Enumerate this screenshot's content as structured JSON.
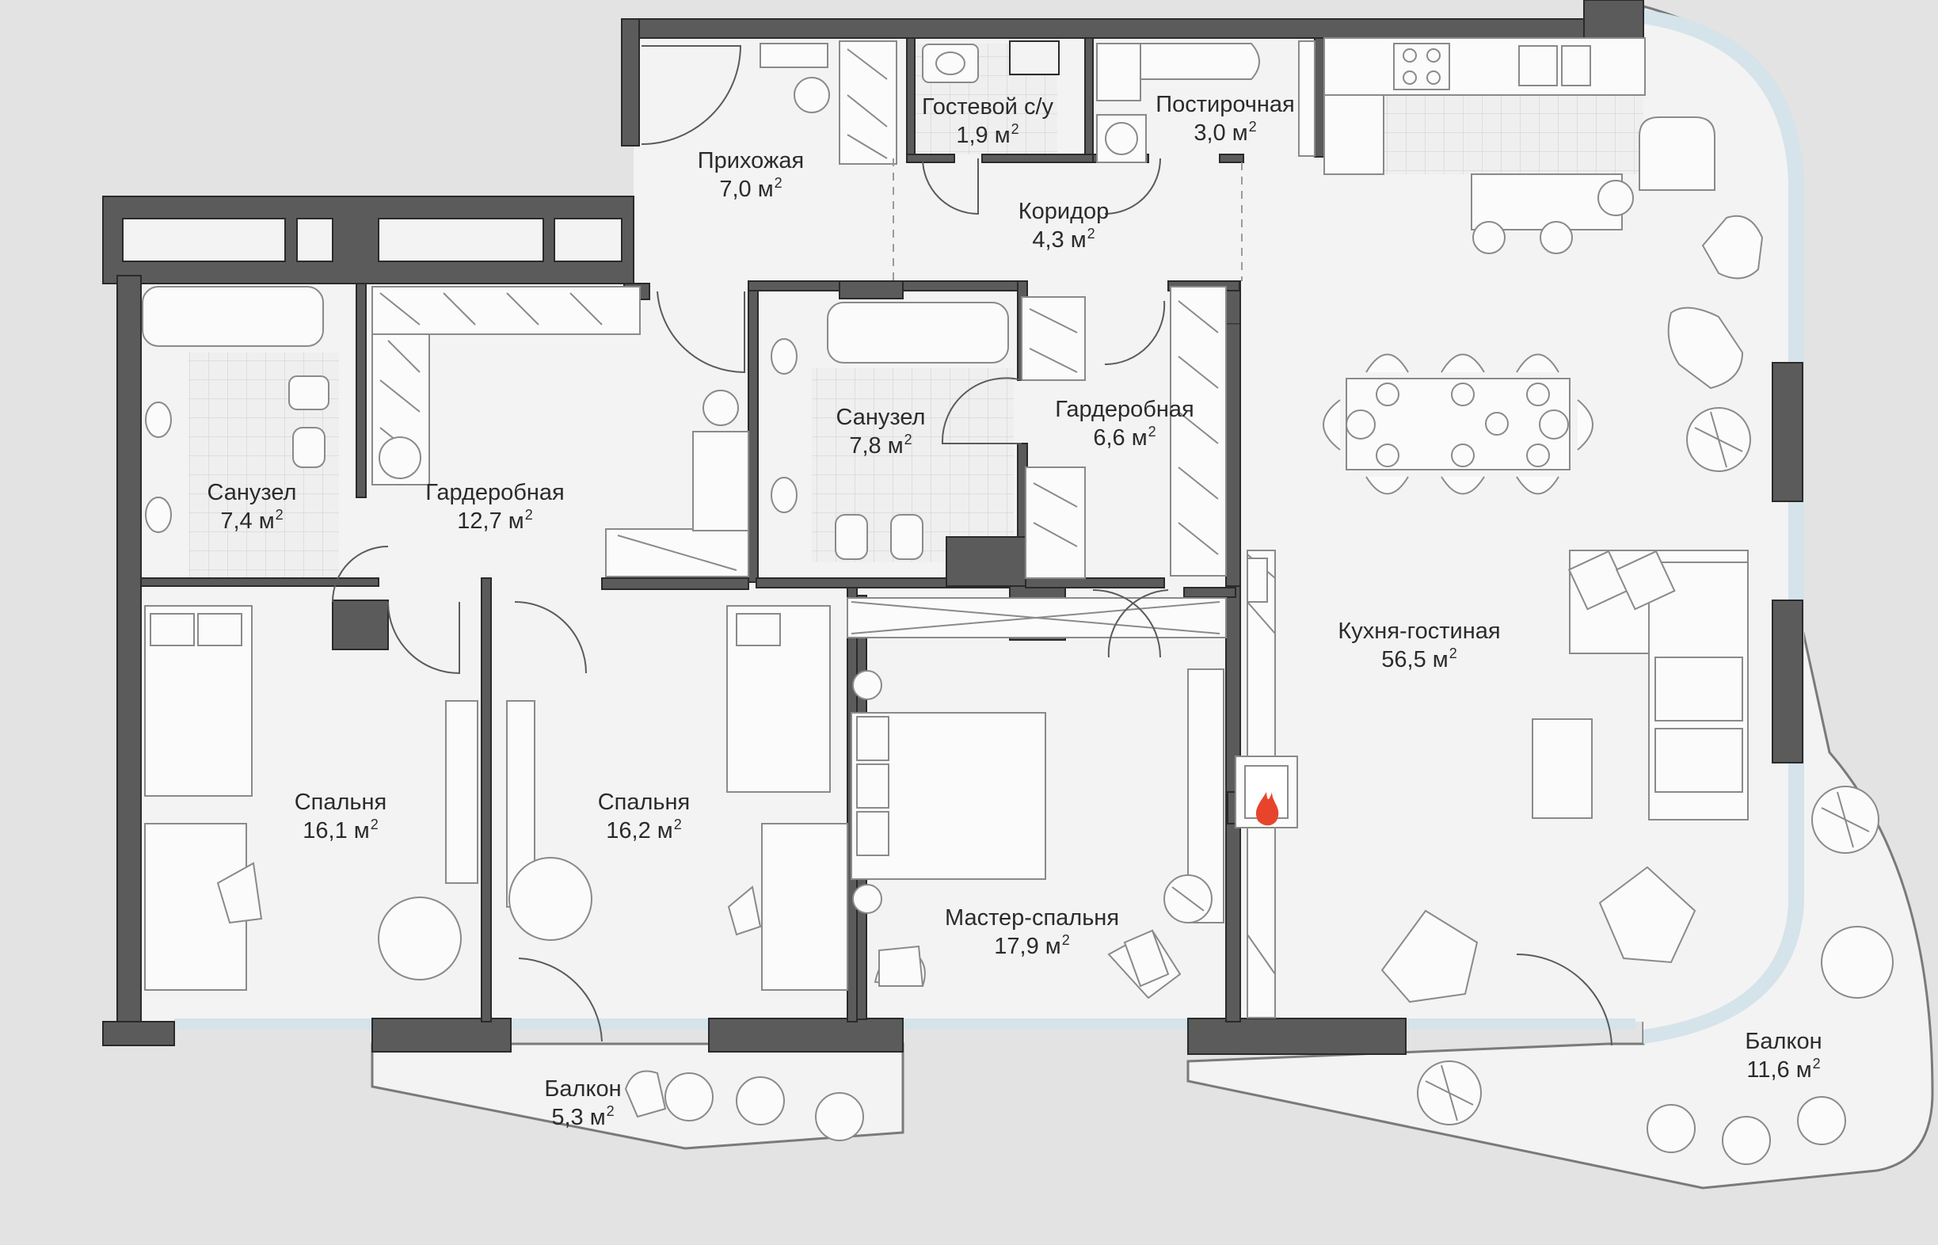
{
  "unit": "м",
  "unit_exponent": "2",
  "colors": {
    "background": "#e3e3e3",
    "floor": "#f3f3f3",
    "wall": "#5b5b5b",
    "wall_outline": "#2a2a2a",
    "furniture": "#8a8a8a",
    "glass": "#d5e3ea",
    "tile_grid": "#d7d7d7",
    "fire": "#e8442c"
  },
  "rooms": [
    {
      "id": "entry-hall",
      "name": "Прихожая",
      "area": "7,0"
    },
    {
      "id": "guest-wc",
      "name": "Гостевой с/у",
      "area": "1,9"
    },
    {
      "id": "laundry",
      "name": "Постирочная",
      "area": "3,0"
    },
    {
      "id": "corridor",
      "name": "Коридор",
      "area": "4,3"
    },
    {
      "id": "bathroom-left",
      "name": "Санузел",
      "area": "7,4"
    },
    {
      "id": "wardrobe-large",
      "name": "Гардеробная",
      "area": "12,7"
    },
    {
      "id": "bathroom-center",
      "name": "Санузел",
      "area": "7,8"
    },
    {
      "id": "wardrobe-small",
      "name": "Гардеробная",
      "area": "6,6"
    },
    {
      "id": "kitchen-living",
      "name": "Кухня-гостиная",
      "area": "56,5"
    },
    {
      "id": "bedroom-left",
      "name": "Спальня",
      "area": "16,1"
    },
    {
      "id": "bedroom-middle",
      "name": "Спальня",
      "area": "16,2"
    },
    {
      "id": "master-bedroom",
      "name": "Мастер-спальня",
      "area": "17,9"
    },
    {
      "id": "balcony-right",
      "name": "Балкон",
      "area": "11,6"
    },
    {
      "id": "balcony-bottom",
      "name": "Балкон",
      "area": "5,3"
    }
  ],
  "icons": [
    "fireplace-icon",
    "plant-icon",
    "armchair-icon",
    "sofa-icon",
    "dining-table-icon",
    "bed-icon",
    "bathtub-icon",
    "sink-icon",
    "toilet-icon",
    "bidet-icon",
    "washer-icon",
    "stove-icon",
    "desk-icon",
    "shower-icon"
  ]
}
